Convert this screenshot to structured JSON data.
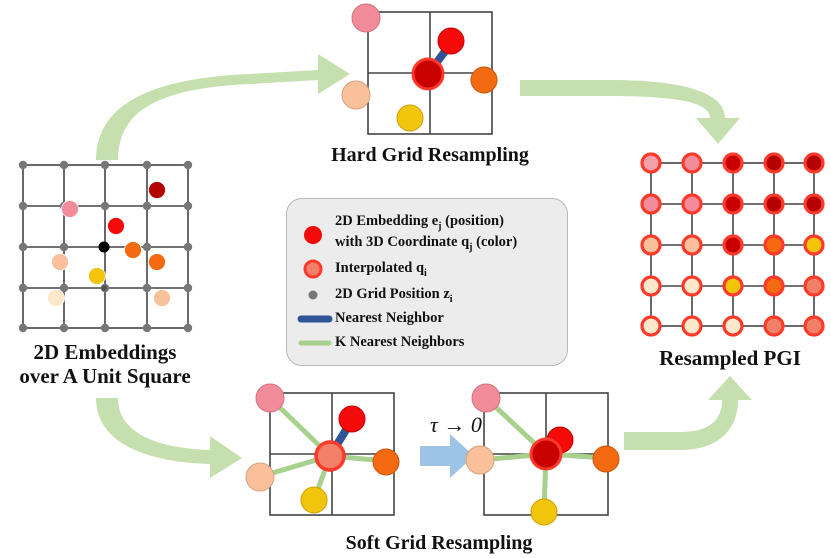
{
  "captions": {
    "hard": "Hard Grid Resampling",
    "soft": "Soft Grid Resampling",
    "left_line1": "2D Embeddings",
    "left_line2": "over A Unit Square",
    "right": "Resampled PGI"
  },
  "tau_label": "τ → 0",
  "legend": {
    "embedding_line1": "2D Embedding e",
    "embedding_sub1": "j",
    "embedding_rest1": " (position)",
    "embedding_line2": "with 3D Coordinate q",
    "embedding_sub2": "j",
    "embedding_rest2": " (color)",
    "interpolated": "Interpolated q",
    "interpolated_sub": "i",
    "grid_position": "2D Grid Position z",
    "grid_position_sub": "i",
    "nearest": "Nearest Neighbor",
    "knn": "K Nearest Neighbors"
  },
  "colors": {
    "arrow": "#c6dfae",
    "blue_arrow": "#9dc3e6",
    "nearest_line": "#2f5597",
    "knn_line": "#a9d18e",
    "grid_line": "#444444",
    "grid_dot": "#777777",
    "interp_ring": "#ff3a2a"
  }
}
